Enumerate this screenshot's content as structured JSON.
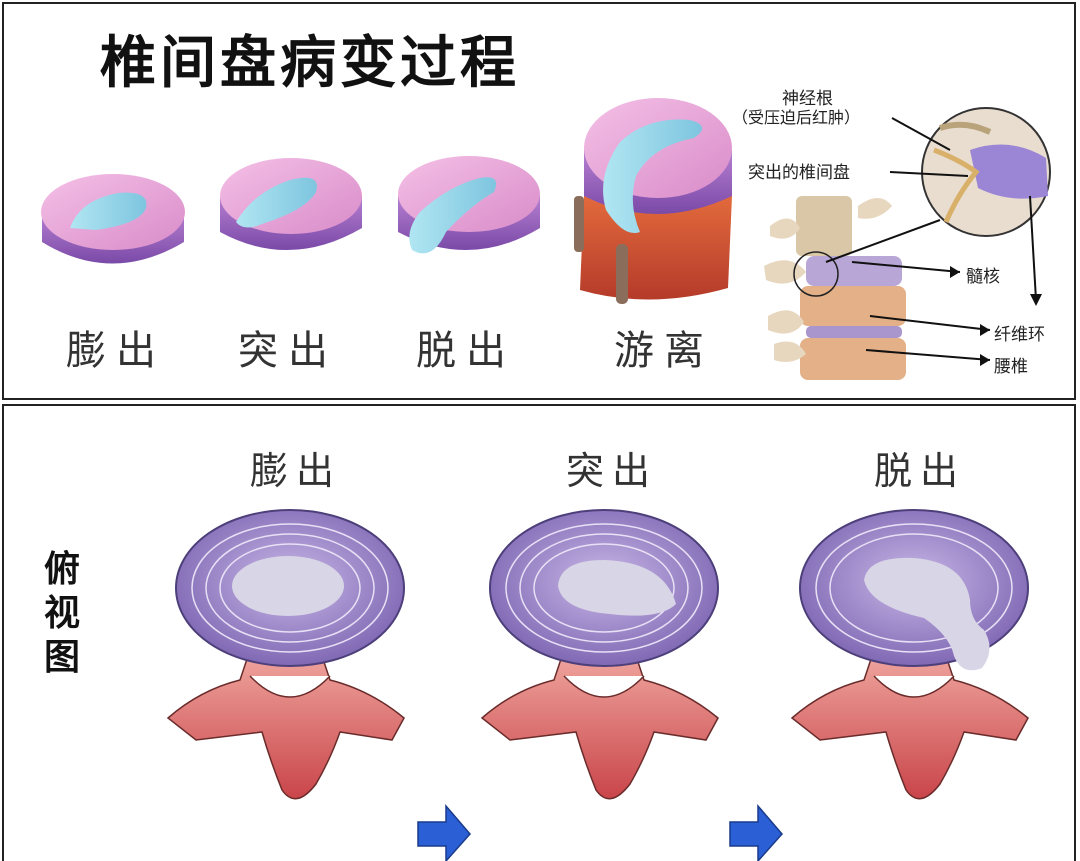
{
  "title": "椎间盘病变过程",
  "top_stages": [
    "膨出",
    "突出",
    "脱出",
    "游离"
  ],
  "annotations": {
    "nerve_root": "神经根",
    "nerve_root_note": "（受压迫后红肿）",
    "herniated_disc": "突出的椎间盘",
    "nucleus": "髓核",
    "annulus": "纤维环",
    "lumbar": "腰椎"
  },
  "bottom_stages": [
    "膨出",
    "突出",
    "脱出"
  ],
  "view_label": [
    "俯",
    "视",
    "图"
  ],
  "colors": {
    "disc_pink": "#e8a6d8",
    "disc_purple": "#a97acb",
    "nucleus_blue": "#8fd3e8",
    "bone_red": "#d9554c",
    "arrow_blue": "#2b5fd6"
  }
}
